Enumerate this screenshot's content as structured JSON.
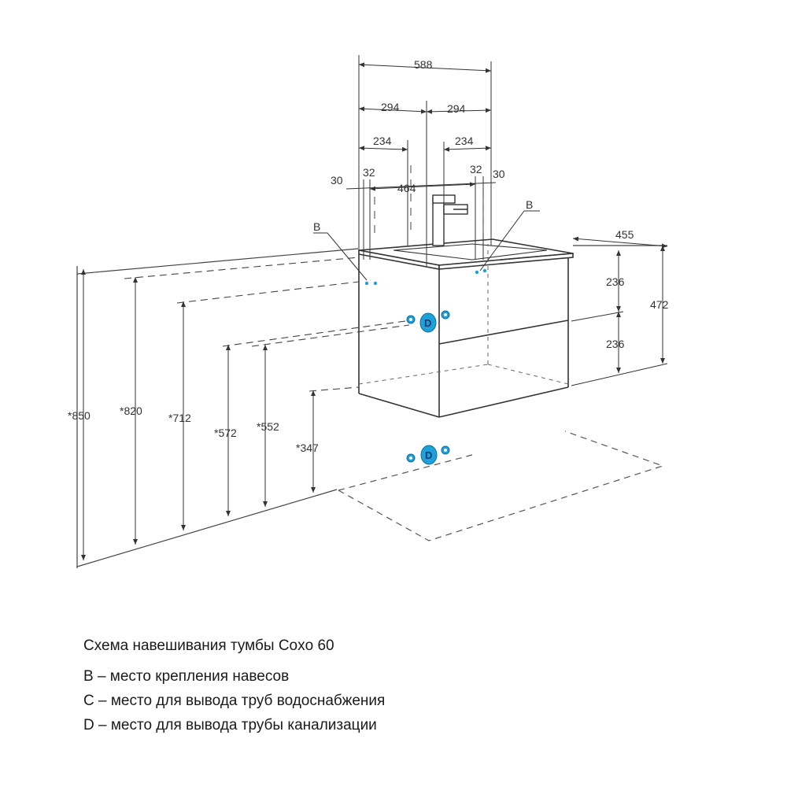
{
  "diagram": {
    "dimensions": {
      "overall_width": "588",
      "half_left": "294",
      "half_right": "294",
      "mount_left": "234",
      "mount_right": "234",
      "edge_left": "30",
      "edge_right": "30",
      "hole_left": "32",
      "hole_right": "32",
      "between_mounts": "464",
      "depth": "455",
      "drawer_top": "236",
      "drawer_bottom": "236",
      "height": "472",
      "h_850": "*850",
      "h_820": "*820",
      "h_712": "*712",
      "h_572": "*572",
      "h_552": "*552",
      "h_347": "*347"
    },
    "markers": {
      "b_left": "B",
      "b_right": "B",
      "d_wall": "D",
      "d_floor": "D"
    }
  },
  "caption": {
    "title": "Схема навешивания тумбы Coxo 60",
    "legend_b": "B – место крепления навесов",
    "legend_c": "C – место для вывода труб водоснабжения",
    "legend_d": "D – место для вывода трубы канализации"
  },
  "colors": {
    "line": "#333333",
    "marker": "#1ea0d8",
    "marker_text": "#1f3a6e"
  }
}
